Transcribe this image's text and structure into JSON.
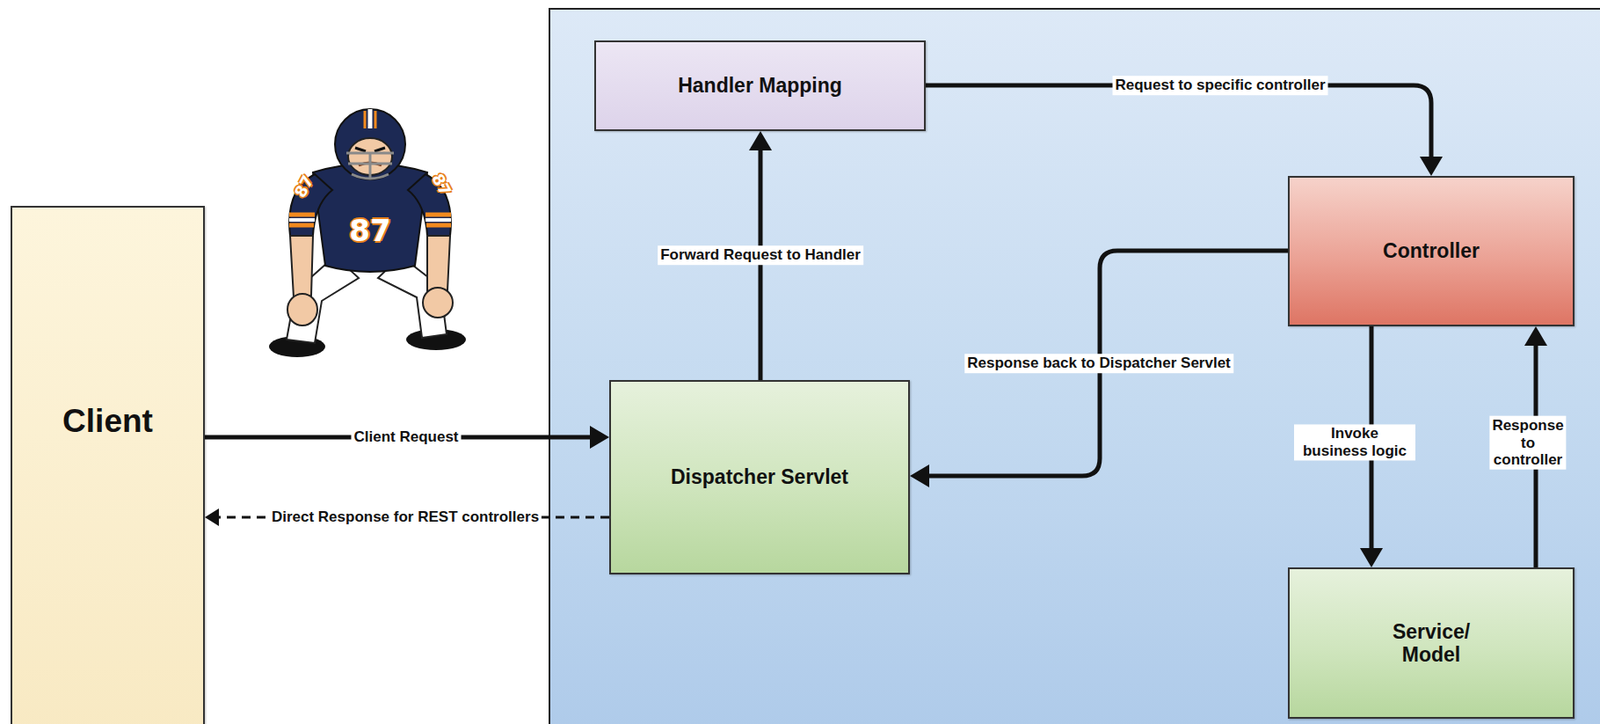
{
  "diagram": {
    "nodes": [
      {
        "text": [
          "Client"
        ]
      },
      {
        "text": [
          "Handler Mapping"
        ]
      },
      {
        "text": [
          "Controller"
        ]
      },
      {
        "text": [
          "Dispatcher Servlet"
        ]
      },
      {
        "text": [
          "Service/ Model"
        ]
      }
    ],
    "edges": [
      {
        "from": 0,
        "to": 3,
        "label": "Client Request",
        "arrow": "to"
      },
      {
        "from": 3,
        "to": 0,
        "label": "Direct Response for REST controllers",
        "arrow": "to"
      },
      {
        "from": 3,
        "to": 1,
        "label": "Forward Request to Handler",
        "arrow": "to"
      },
      {
        "from": 1,
        "to": 2,
        "label": "Request to specific controller",
        "arrow": "to"
      },
      {
        "from": 2,
        "to": 3,
        "label": "Response back to Dispatcher Servlet",
        "arrow": "to"
      },
      {
        "from": 2,
        "to": 4,
        "label": "Invoke business logic",
        "arrow": "to"
      },
      {
        "from": 4,
        "to": 2,
        "label": "Response to controller",
        "arrow": "to"
      }
    ],
    "labels": [
      "87",
      "87",
      "87"
    ]
  }
}
